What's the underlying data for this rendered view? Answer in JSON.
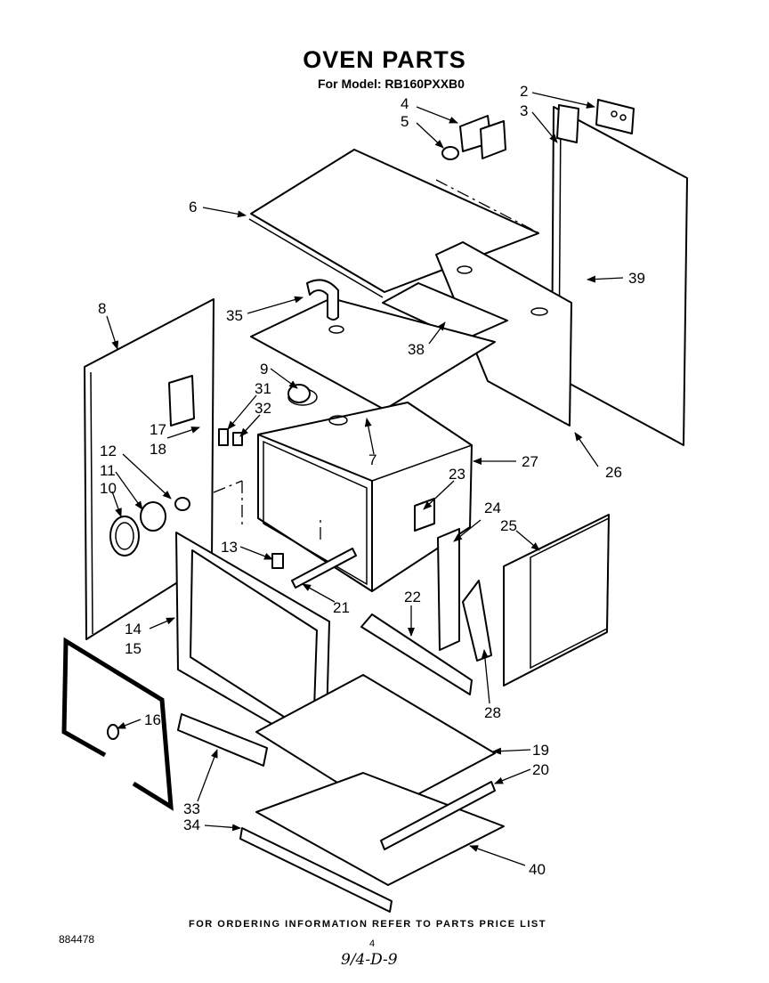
{
  "title": "OVEN PARTS",
  "subtitle": "For Model: RB160PXXB0",
  "footer_note": "FOR ORDERING INFORMATION REFER TO PARTS PRICE LIST",
  "doc_number": "884478",
  "page_number": "4",
  "handwritten_note": "9/4-D-9",
  "callouts": [
    "2",
    "3",
    "4",
    "5",
    "6",
    "7",
    "8",
    "9",
    "10",
    "11",
    "12",
    "13",
    "14",
    "15",
    "16",
    "17",
    "18",
    "19",
    "20",
    "21",
    "22",
    "23",
    "24",
    "25",
    "26",
    "27",
    "28",
    "31",
    "32",
    "33",
    "34",
    "35",
    "38",
    "39",
    "40"
  ]
}
